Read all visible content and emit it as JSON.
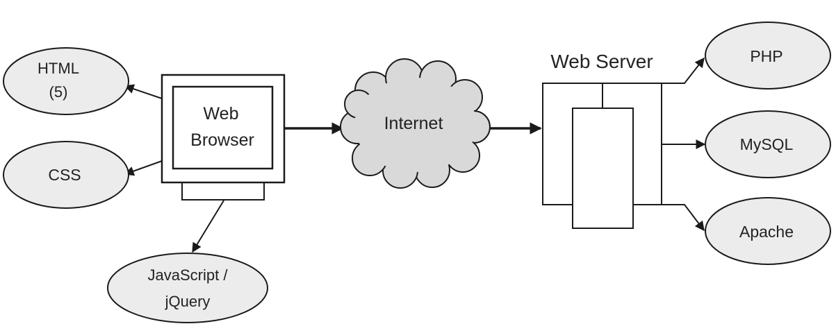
{
  "colors": {
    "line": "#1a1a1a",
    "ellipse_fill": "#ececec",
    "cloud_fill": "#d9d9d9",
    "box_fill": "#ffffff",
    "text": "#222222"
  },
  "nodes": {
    "html": {
      "line1": "HTML",
      "line2": "(5)"
    },
    "css": {
      "label": "CSS"
    },
    "javascript": {
      "line1": "JavaScript /",
      "line2": "jQuery"
    },
    "browser": {
      "line1": "Web",
      "line2": "Browser"
    },
    "internet": {
      "label": "Internet"
    },
    "server": {
      "label": "Web Server"
    },
    "php": {
      "label": "PHP"
    },
    "mysql": {
      "label": "MySQL"
    },
    "apache": {
      "label": "Apache"
    }
  },
  "edges": [
    {
      "from": "browser",
      "to": "html"
    },
    {
      "from": "browser",
      "to": "css"
    },
    {
      "from": "browser",
      "to": "javascript"
    },
    {
      "from": "browser",
      "to": "internet"
    },
    {
      "from": "internet",
      "to": "server"
    },
    {
      "from": "server",
      "to": "php"
    },
    {
      "from": "server",
      "to": "mysql"
    },
    {
      "from": "server",
      "to": "apache"
    }
  ]
}
